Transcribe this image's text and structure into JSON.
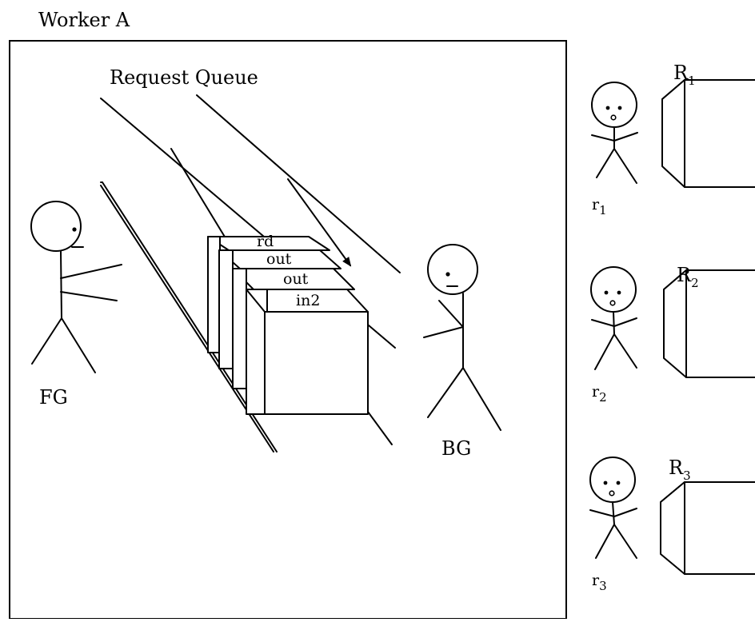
{
  "frame": {
    "title": "Worker A"
  },
  "queue": {
    "label": "Request Queue",
    "slots": [
      "rd",
      "out",
      "out",
      "in2"
    ]
  },
  "actors": {
    "foreground": "FG",
    "background": "BG"
  },
  "replicas": [
    {
      "name": "R",
      "index": "1",
      "person": "r",
      "person_index": "1"
    },
    {
      "name": "R",
      "index": "2",
      "person": "r",
      "person_index": "2"
    },
    {
      "name": "R",
      "index": "3",
      "person": "r",
      "person_index": "3"
    }
  ]
}
